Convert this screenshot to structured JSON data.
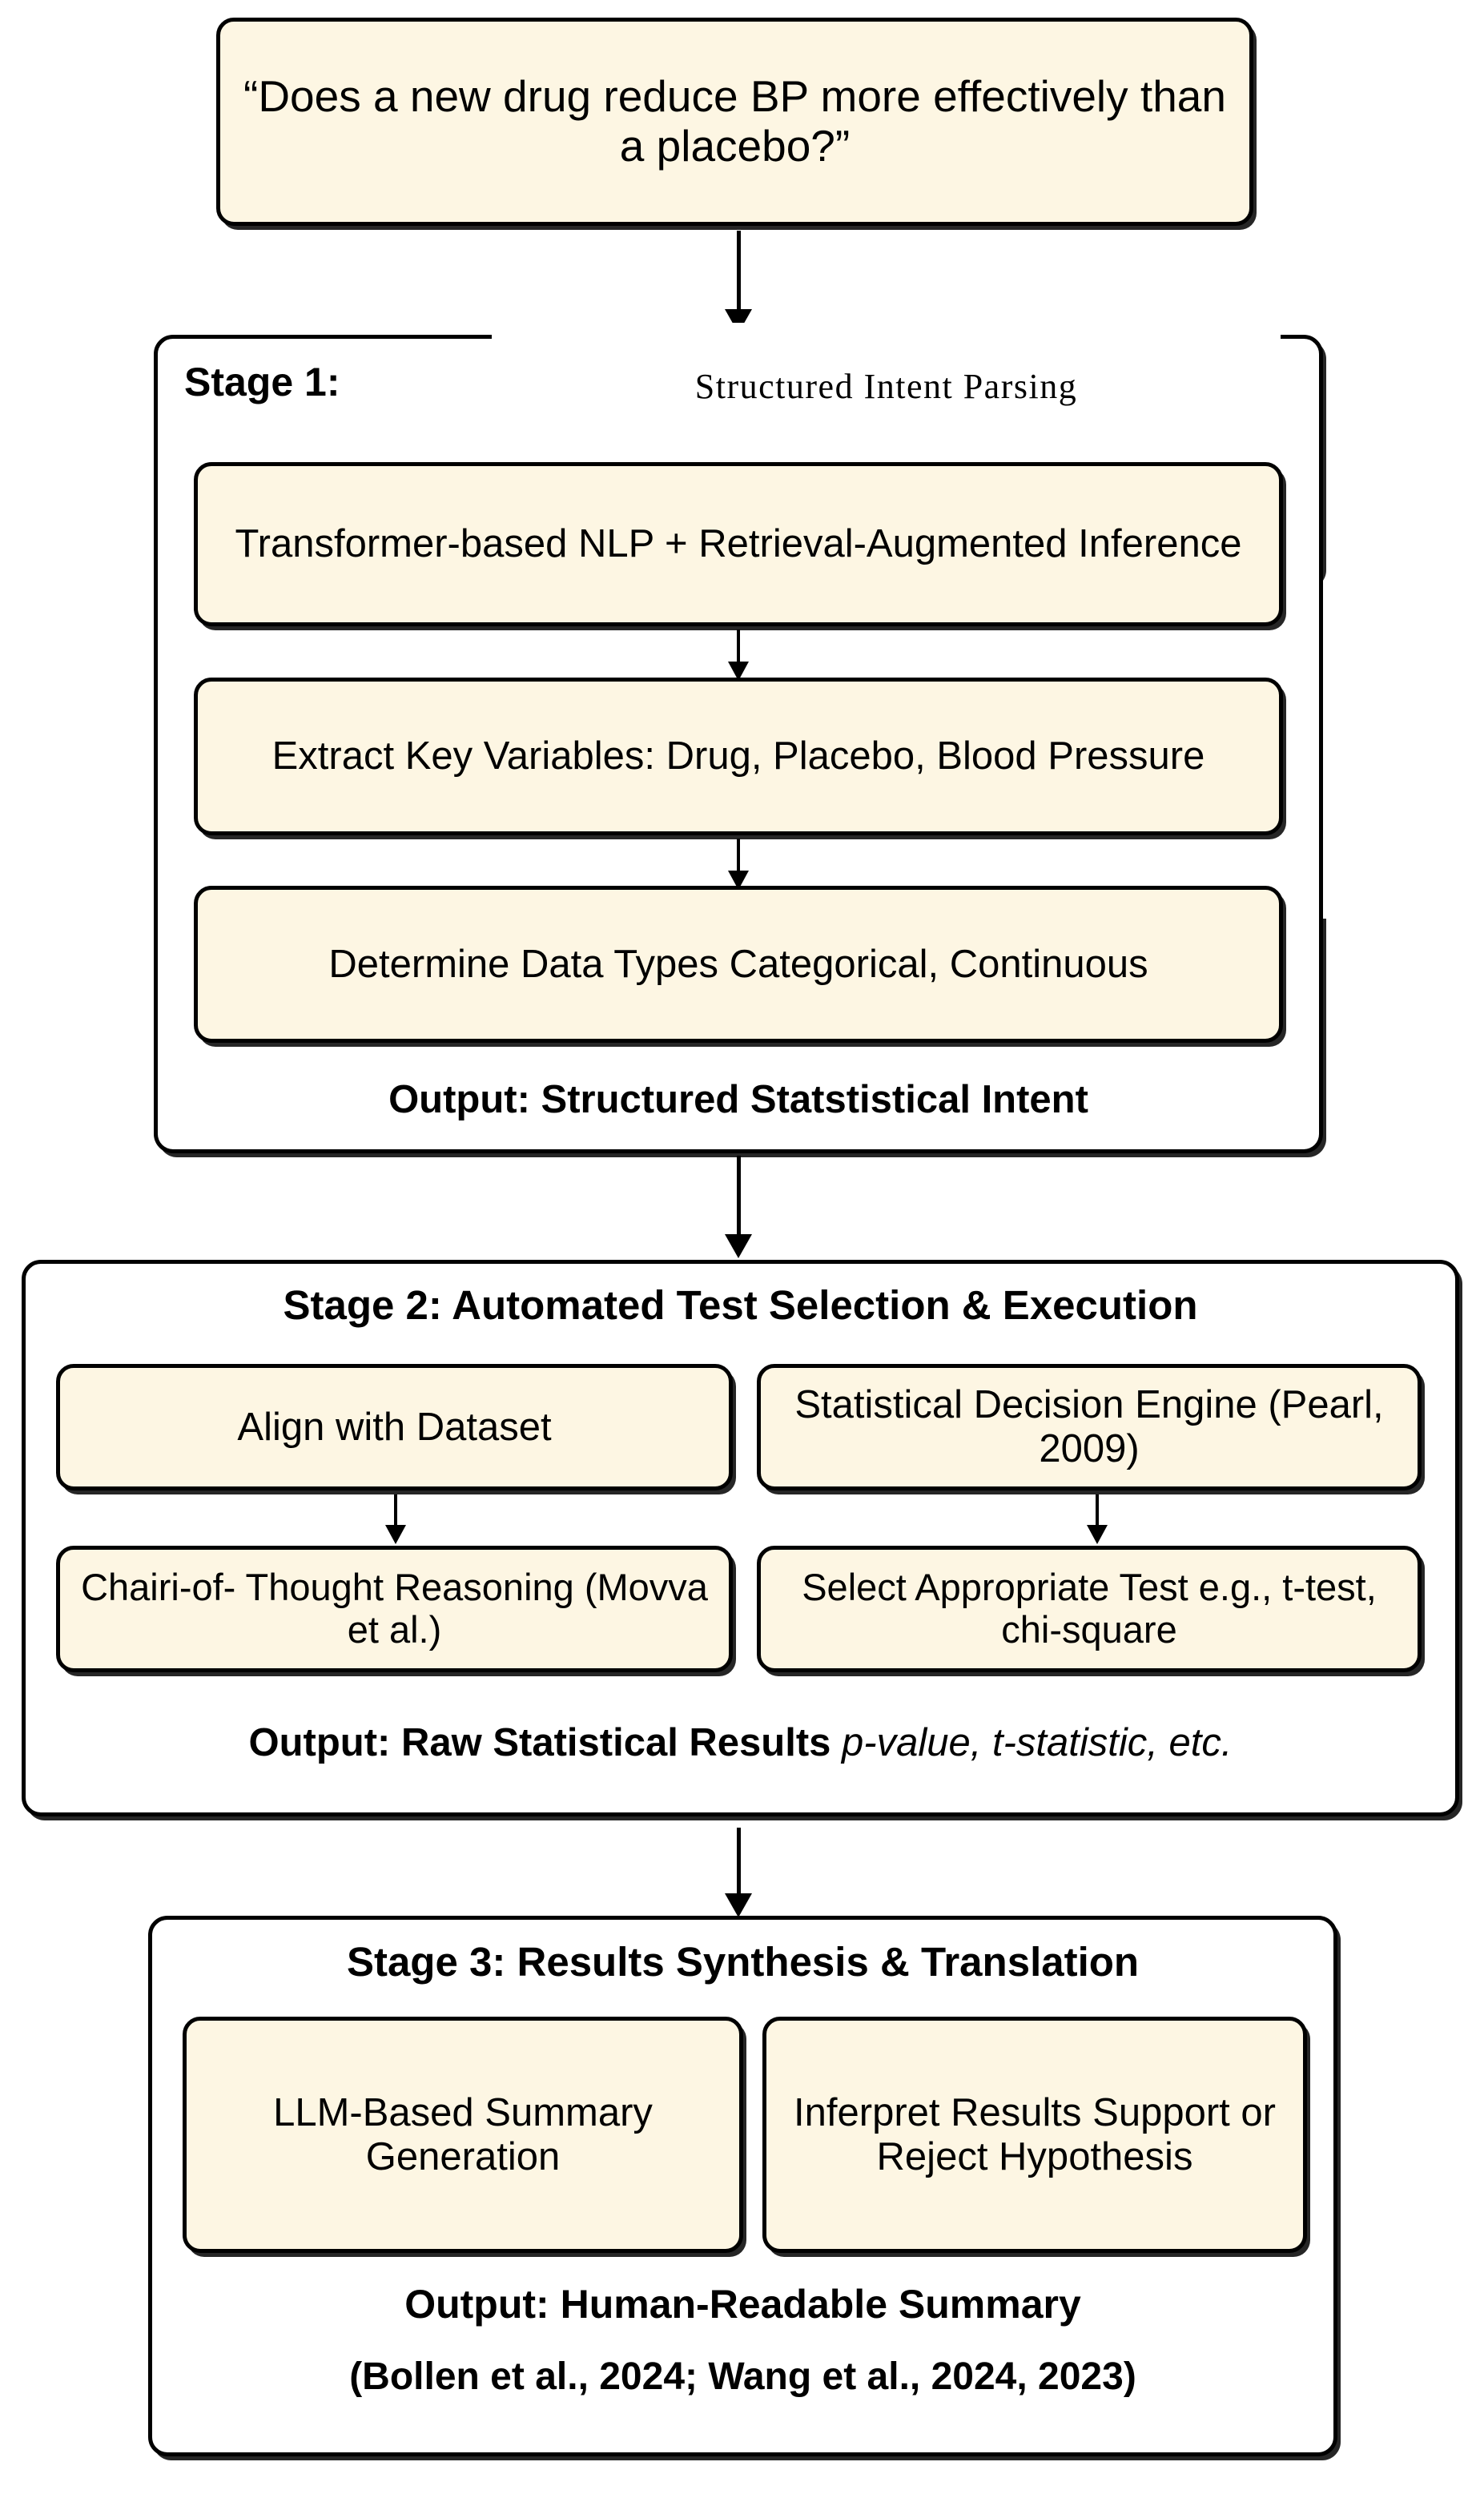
{
  "diagram": {
    "title": "Three-stage statistical analysis pipeline",
    "colors": {
      "node_fill": "#FDF6E3",
      "stage_fill": "#FFFFFF",
      "stroke": "#000000",
      "overlay_fill": "#FFFFFF"
    },
    "question_box": {
      "text": "“Does a new drug reduce BP more effectively than a placebo?”"
    },
    "overlay_annotation": {
      "text": "Structured Intent Parsing"
    },
    "stages": [
      {
        "id": "stage-1",
        "title": "Stage 1:",
        "title_full": "Stage 1: Structured Intent Parsing",
        "nodes": [
          {
            "id": "s1-n1",
            "text": "Transformer-based NLP + Retrieval-Augmented Inference"
          },
          {
            "id": "s1-n2",
            "text": "Extract Key Variables: Drug, Placebo, Blood Pressure"
          },
          {
            "id": "s1-n3",
            "text": "Determine Data Types Categorical, Continuous"
          }
        ],
        "output_label": "Output: Structured Statstistical Intent",
        "output_note": ""
      },
      {
        "id": "stage-2",
        "title": "Stage 2: Automated Test Selection & Execution",
        "nodes": [
          {
            "id": "s2-n1",
            "text": "Align with Dataset"
          },
          {
            "id": "s2-n2",
            "text": "Statistical Decision Engine (Pearl, 2009)"
          },
          {
            "id": "s2-n3",
            "text": "Chairi-of- Thought Reasoning (Movva et al.)"
          },
          {
            "id": "s2-n4",
            "text": "Select Appropriate Test e.g., t-test, chi-square"
          }
        ],
        "output_label": "Output: Raw Statistical Results",
        "output_note": "p-value, t-statistic, etc."
      },
      {
        "id": "stage-3",
        "title": "Stage 3: Results Synthesis & Translation",
        "nodes": [
          {
            "id": "s3-n1",
            "text": "LLM-Based Summary Generation"
          },
          {
            "id": "s3-n2",
            "text": "Inferpret Results Support or Reject Hypothesis"
          }
        ],
        "output_label": "Output: Human-Readable Summary",
        "output_citations": "(Bollen et al., 2024; Wang et al., 2024, 2023)"
      }
    ]
  }
}
